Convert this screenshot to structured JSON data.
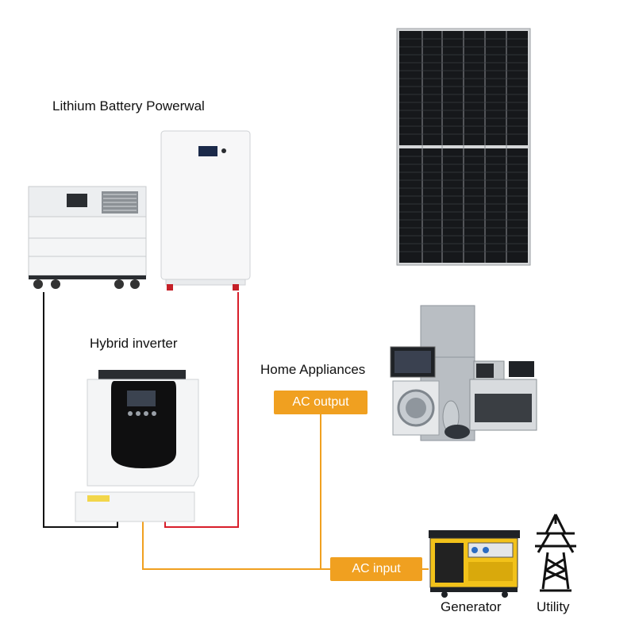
{
  "labels": {
    "battery": "Lithium Battery Powerwal",
    "inverter": "Hybrid inverter",
    "appliances": "Home Appliances",
    "generator": "Generator",
    "utility": "Utility"
  },
  "tags": {
    "ac_output": "AC output",
    "ac_input": "AC input"
  },
  "colors": {
    "tag_orange": "#f0a020",
    "wire_black": "#111111",
    "wire_red": "#d81e2a",
    "wire_orange": "#f0a020"
  }
}
